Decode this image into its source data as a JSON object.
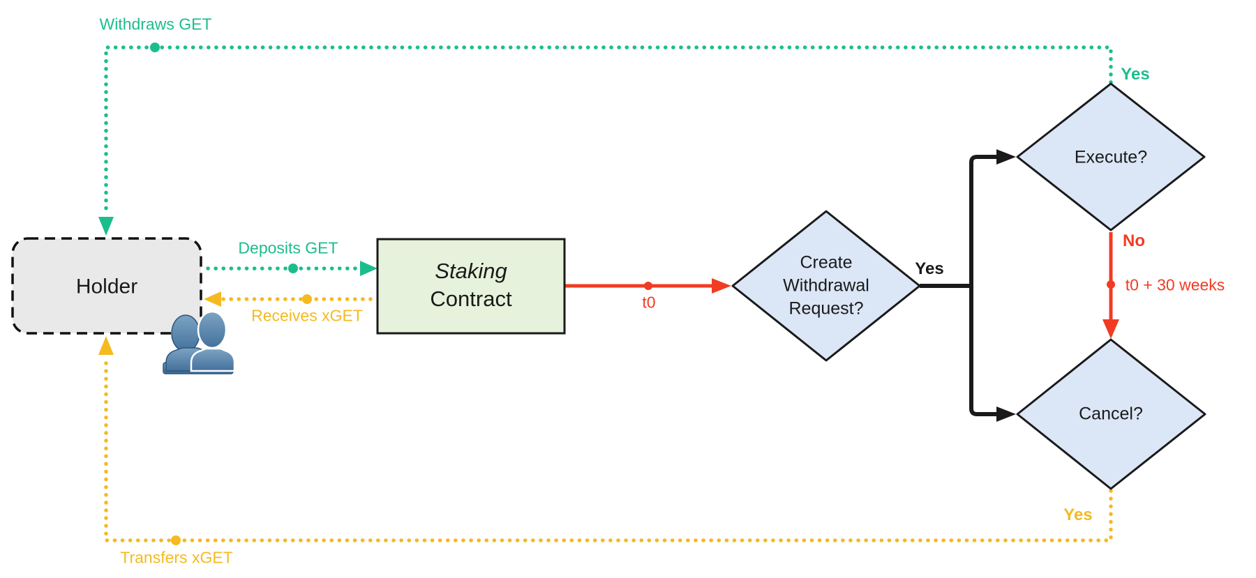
{
  "nodes": {
    "holder": {
      "label": "Holder"
    },
    "staking": {
      "line1": "Staking",
      "line2": "Contract"
    },
    "create_withdrawal": {
      "line1": "Create",
      "line2": "Withdrawal",
      "line3": "Request?"
    },
    "execute": {
      "label": "Execute?"
    },
    "cancel": {
      "label": "Cancel?"
    }
  },
  "edges": {
    "withdraws_get": "Withdraws GET",
    "deposits_get": "Deposits GET",
    "receives_xget": "Receives xGET",
    "transfers_xget": "Transfers xGET",
    "t0": "t0",
    "t0_plus_30_weeks": "t0 + 30 weeks",
    "create_yes": "Yes",
    "execute_yes": "Yes",
    "execute_no": "No",
    "cancel_yes": "Yes"
  },
  "colors": {
    "green": "#1cbd8d",
    "yellow": "#f4ba20",
    "red": "#f23b23",
    "line_black": "#1a1a1a",
    "diamond_fill": "#dbe6f6",
    "contract_fill": "#e6f2db",
    "holder_fill": "#e9e9e9",
    "people_icon_blue": "#54809f"
  },
  "icons": {
    "holder_members": "users-icon"
  }
}
